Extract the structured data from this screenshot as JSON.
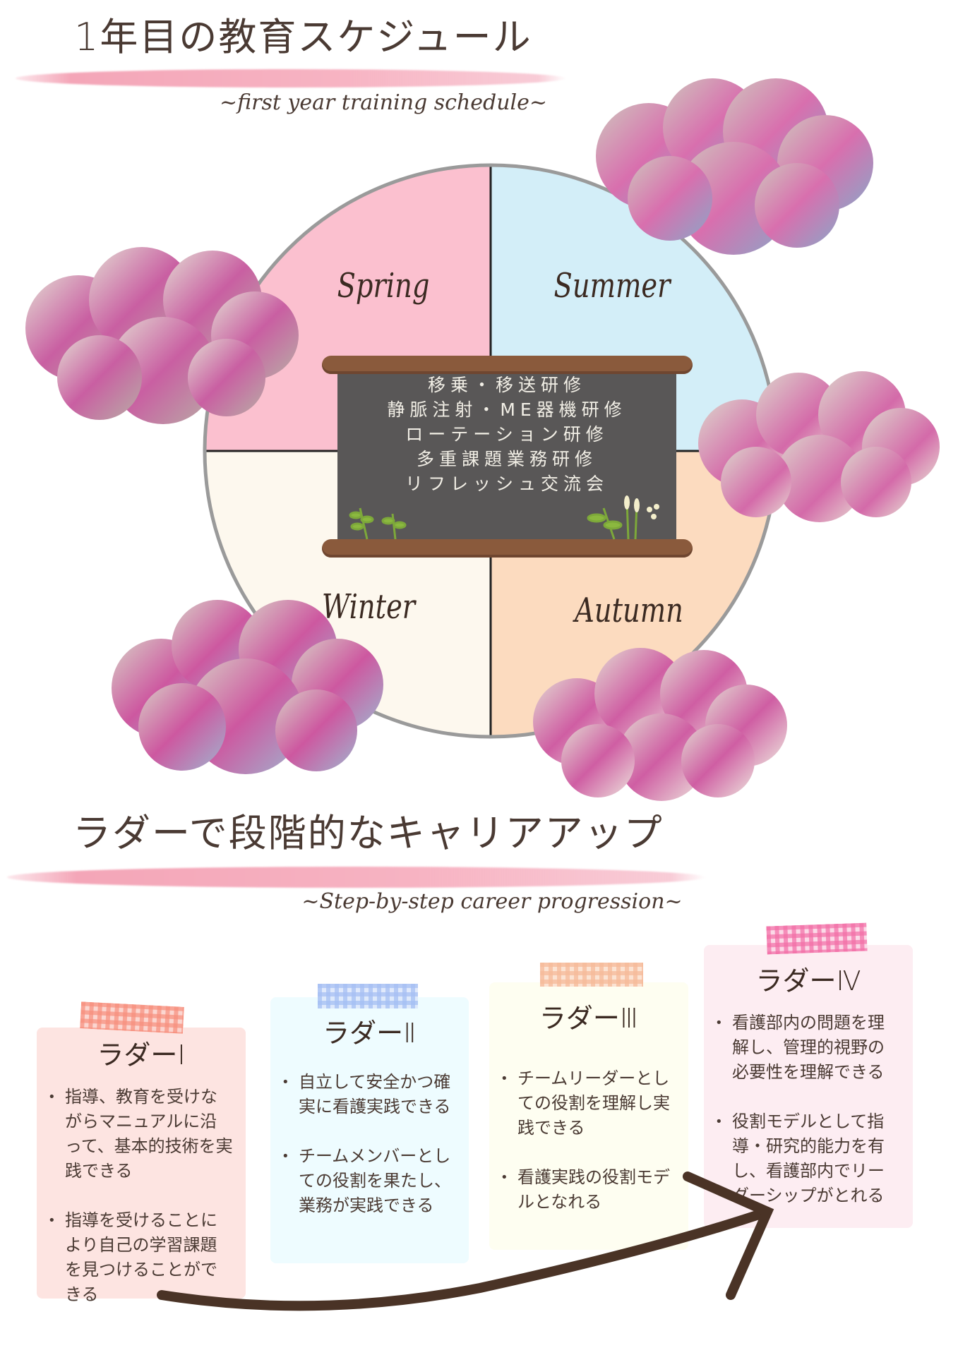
{
  "section1": {
    "title": "1年目の教育スケジュール",
    "subtitle": "~first year training schedule~"
  },
  "seasons": [
    {
      "label": "Spring",
      "color": "#fbc0cf"
    },
    {
      "label": "Summer",
      "color": "#d3eef8"
    },
    {
      "label": "Winter",
      "color": "#fdf8ee"
    },
    {
      "label": "Autumn",
      "color": "#fcdbbf"
    }
  ],
  "board": {
    "lines": [
      "移乗・移送研修",
      "静脈注射・ME器機研修",
      "ローテーション研修",
      "多重課題業務研修",
      "リフレッシュ交流会"
    ]
  },
  "section2": {
    "title": "ラダーで段階的なキャリアアップ",
    "subtitle": "~Step-by-step career progression~"
  },
  "ladders": [
    {
      "title": "ラダーⅠ",
      "color": "#fde4e1",
      "tape": "#f7836f",
      "items": [
        "指導、教育を受けながらマニュアルに沿って、基本的技術を実践できる",
        "指導を受けることにより自己の学習課題を見つけることができる"
      ]
    },
    {
      "title": "ラダーⅡ",
      "color": "#eefcff",
      "tape": "#9db9f2",
      "items": [
        "自立して安全かつ確実に看護実践できる",
        "チームメンバーとしての役割を果たし、業務が実践できる"
      ]
    },
    {
      "title": "ラダーⅢ",
      "color": "#fefef1",
      "tape": "#f5b38f",
      "items": [
        "チームリーダーとしての役割を理解し実践できる",
        "看護実践の役割モデルとなれる"
      ]
    },
    {
      "title": "ラダーⅣ",
      "color": "#fdedf2",
      "tape": "#f25f9f",
      "items": [
        "看護部内の問題を理解し、管理的視野の必要性を理解できる",
        "役割モデルとして指導・研究的能力を有し、看護部内でリーダーシップがとれる"
      ]
    }
  ],
  "colors": {
    "text": "#3b2a22",
    "arrow": "#4a3326",
    "brush": "#f4a6b8"
  }
}
